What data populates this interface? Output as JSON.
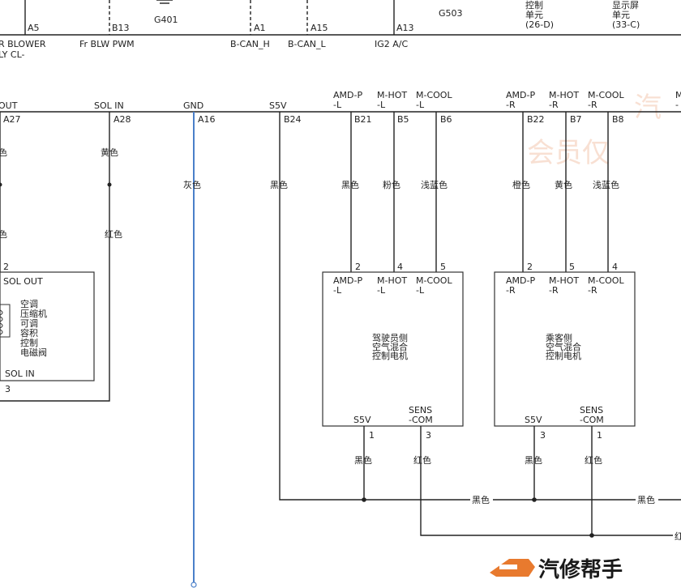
{
  "top_connectors": {
    "A5": "A5",
    "B13": "B13",
    "G401": "G401",
    "A1": "A1",
    "A15": "A15",
    "A13": "A13",
    "G503": "G503",
    "ctrl_unit": [
      "控制",
      "单元",
      "(26-D)"
    ],
    "display_unit": [
      "显示屏",
      "单元",
      "(33-C)"
    ]
  },
  "top_signals": {
    "blower": [
      "R BLOWER",
      "LY CL-"
    ],
    "fr_blw_pwm": "Fr BLW PWM",
    "b_can_h": "B-CAN_H",
    "b_can_l": "B-CAN_L",
    "ig2_ac": "IG2 A/C"
  },
  "bus_signals": {
    "sol_out": "OUT",
    "sol_in": "SOL IN",
    "gnd": "GND",
    "s5v": "S5V",
    "amd_p_l": [
      "AMD-P",
      "-L"
    ],
    "m_hot_l": [
      "M-HOT",
      "-L"
    ],
    "m_cool_l": [
      "M-COOL",
      "-L"
    ],
    "amd_p_r": [
      "AMD-P",
      "-R"
    ],
    "m_hot_r": [
      "M-HOT",
      "-R"
    ],
    "m_cool_r": [
      "M-COOL",
      "-R"
    ],
    "m_cut": [
      "M",
      "-"
    ]
  },
  "bus_pins": [
    "A27",
    "A28",
    "A16",
    "B24",
    "B21",
    "B5",
    "B6",
    "B22",
    "B7",
    "B8"
  ],
  "wire_colors": {
    "sol_out_upper": "色",
    "sol_out_lower": "色",
    "sol_in_upper": "黄色",
    "sol_in_lower": "红色",
    "gnd": "灰色",
    "s5v": "黑色",
    "amd_l": "黑色",
    "hot_l": "粉色",
    "cool_l": "浅蓝色",
    "amd_r": "橙色",
    "hot_r": "黄色",
    "cool_r": "浅蓝色"
  },
  "compressor_valve": {
    "pin_top": "2",
    "pin_bottom": "3",
    "sol_out": "SOL OUT",
    "sol_in": "SOL IN",
    "name": [
      "空调",
      "压缩机",
      "可调",
      "容积",
      "控制",
      "电磁阀"
    ]
  },
  "driver_motor": {
    "pins_top": [
      "2",
      "4",
      "5"
    ],
    "signals_top": [
      [
        "AMD-P",
        "-L"
      ],
      [
        "M-HOT",
        "-L"
      ],
      [
        "M-COOL",
        "-L"
      ]
    ],
    "name": [
      "驾驶员侧",
      "空气混合",
      "控制电机"
    ],
    "signals_bottom": [
      "S5V",
      [
        "SENS",
        "-COM"
      ]
    ],
    "pins_bottom": [
      "1",
      "3"
    ],
    "wire_colors_bottom": [
      "黑色",
      "红色"
    ]
  },
  "passenger_motor": {
    "pins_top": [
      "2",
      "5",
      "4"
    ],
    "signals_top": [
      [
        "AMD-P",
        "-R"
      ],
      [
        "M-HOT",
        "-R"
      ],
      [
        "M-COOL",
        "-R"
      ]
    ],
    "name": [
      "乘客侧",
      "空气混合",
      "控制电机"
    ],
    "signals_bottom": [
      "S5V",
      [
        "SENS",
        "-COM"
      ]
    ],
    "pins_bottom": [
      "3",
      "1"
    ],
    "wire_colors_bottom": [
      "黑色",
      "红色"
    ]
  },
  "splice_labels": {
    "black_1": "黑色",
    "black_2": "黑色",
    "red_cut": "红"
  },
  "watermark": [
    "汽",
    "会员仅"
  ],
  "logo": {
    "text": "汽修帮手",
    "brand_color": "#e87a2e"
  }
}
